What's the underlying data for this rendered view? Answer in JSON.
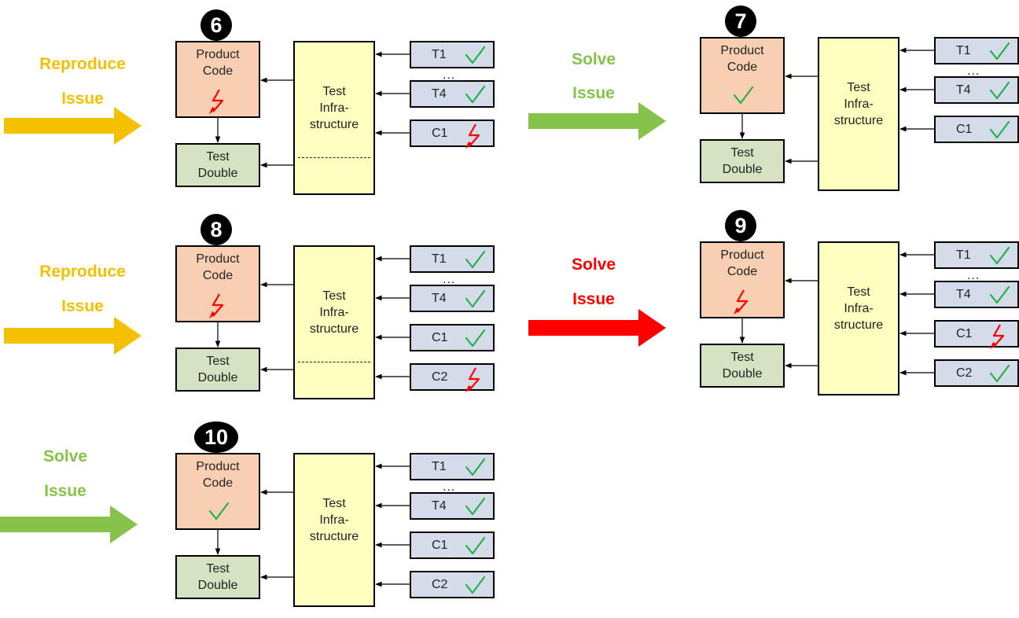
{
  "colors": {
    "yellow": "#f5c000",
    "green": "#86c34a",
    "red": "#ff0000",
    "product": "#f8cfb2",
    "double": "#d5e3c2",
    "infra": "#ffffbf",
    "test": "#d5dce9",
    "check": "#22b14c",
    "fail": "#ff0000"
  },
  "labels": [
    {
      "line1": "Reproduce",
      "line2": "Issue",
      "color": "yellow"
    },
    {
      "line1": "Solve",
      "line2": "Issue",
      "color": "green"
    },
    {
      "line1": "Reproduce",
      "line2": "Issue",
      "color": "yellow"
    },
    {
      "line1": "Solve",
      "line2": "Issue",
      "color": "red"
    },
    {
      "line1": "Solve",
      "line2": "Issue",
      "color": "green"
    }
  ],
  "panels": [
    {
      "badge": "6",
      "product": {
        "line1": "Product",
        "line2": "Code",
        "status": "fail-icon"
      },
      "double": {
        "line1": "Test",
        "line2": "Double"
      },
      "infra": {
        "line1": "Test",
        "line2": "Infra-",
        "line3": "structure"
      },
      "dots": "...",
      "tests": [
        {
          "name": "T1",
          "status": "check-icon"
        },
        {
          "name": "T4",
          "status": "check-icon"
        },
        {
          "name": "C1",
          "status": "fail-icon"
        }
      ]
    },
    {
      "badge": "7",
      "product": {
        "line1": "Product",
        "line2": "Code",
        "status": "check-icon"
      },
      "double": {
        "line1": "Test",
        "line2": "Double"
      },
      "infra": {
        "line1": "Test",
        "line2": "Infra-",
        "line3": "structure"
      },
      "dots": "...",
      "tests": [
        {
          "name": "T1",
          "status": "check-icon"
        },
        {
          "name": "T4",
          "status": "check-icon"
        },
        {
          "name": "C1",
          "status": "check-icon"
        }
      ]
    },
    {
      "badge": "8",
      "product": {
        "line1": "Product",
        "line2": "Code",
        "status": "fail-icon"
      },
      "double": {
        "line1": "Test",
        "line2": "Double"
      },
      "infra": {
        "line1": "Test",
        "line2": "Infra-",
        "line3": "structure"
      },
      "dots": "...",
      "tests": [
        {
          "name": "T1",
          "status": "check-icon"
        },
        {
          "name": "T4",
          "status": "check-icon"
        },
        {
          "name": "C1",
          "status": "check-icon"
        },
        {
          "name": "C2",
          "status": "fail-icon"
        }
      ]
    },
    {
      "badge": "9",
      "product": {
        "line1": "Product",
        "line2": "Code",
        "status": "fail-icon"
      },
      "double": {
        "line1": "Test",
        "line2": "Double"
      },
      "infra": {
        "line1": "Test",
        "line2": "Infra-",
        "line3": "structure"
      },
      "dots": "...",
      "tests": [
        {
          "name": "T1",
          "status": "check-icon"
        },
        {
          "name": "T4",
          "status": "check-icon"
        },
        {
          "name": "C1",
          "status": "fail-icon"
        },
        {
          "name": "C2",
          "status": "check-icon"
        }
      ]
    },
    {
      "badge": "10",
      "product": {
        "line1": "Product",
        "line2": "Code",
        "status": "check-icon"
      },
      "double": {
        "line1": "Test",
        "line2": "Double"
      },
      "infra": {
        "line1": "Test",
        "line2": "Infra-",
        "line3": "structure"
      },
      "dots": "...",
      "tests": [
        {
          "name": "T1",
          "status": "check-icon"
        },
        {
          "name": "T4",
          "status": "check-icon"
        },
        {
          "name": "C1",
          "status": "check-icon"
        },
        {
          "name": "C2",
          "status": "check-icon"
        }
      ]
    }
  ]
}
